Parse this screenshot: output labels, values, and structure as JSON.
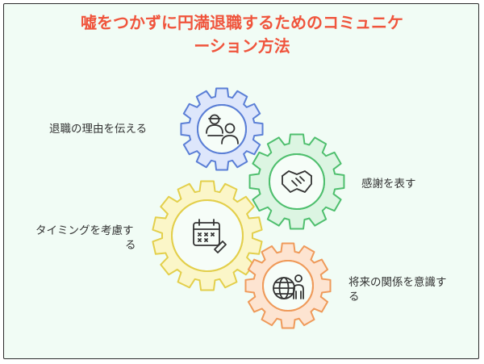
{
  "title": {
    "line1": "嘘をつかずに円満退職するためのコミュニケ",
    "line2": "ーション方法"
  },
  "gears": [
    {
      "id": "reason",
      "label": "退職の理由を伝える",
      "icon": "two-people-meeting-icon",
      "fill": "#dde6fb",
      "stroke": "#5b7fd6"
    },
    {
      "id": "thanks",
      "label": "感謝を表す",
      "icon": "handshake-icon",
      "fill": "#dcf5e2",
      "stroke": "#4fbf6e"
    },
    {
      "id": "timing",
      "label_line1": "タイミングを考慮す",
      "label_line2": "る",
      "icon": "calendar-icon",
      "fill": "#fbf6c8",
      "stroke": "#e3cf4b"
    },
    {
      "id": "future",
      "label_line1": "将来の関係を意識す",
      "label_line2": "る",
      "icon": "globe-person-icon",
      "fill": "#fde4d1",
      "stroke": "#ef9a5a"
    }
  ]
}
